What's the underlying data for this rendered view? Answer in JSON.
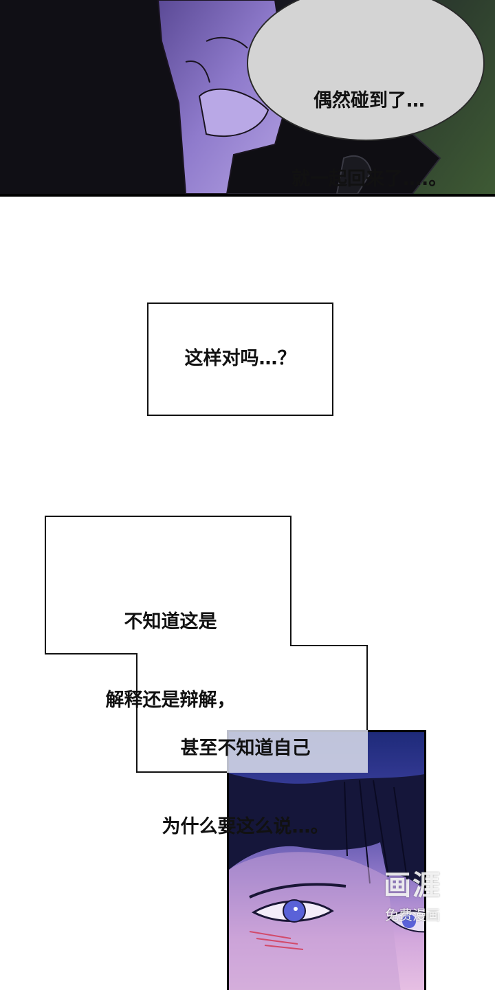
{
  "panels": {
    "top": {
      "speech_bubble": {
        "line1": "偶然碰到了…",
        "line2": "就一起回来了….。"
      }
    },
    "caption_1": {
      "text": "这样对吗…？"
    },
    "caption_2": {
      "line1": "不知道这是",
      "line2": "解释还是辩解，"
    },
    "caption_3": {
      "line1": "甚至不知道自己",
      "line2": "为什么要这么说…。"
    }
  },
  "watermark": {
    "logo": "画涯",
    "subtitle": "免费漫画"
  },
  "colors": {
    "page_bg": "#ffffff",
    "top_panel_dark": "#0d0c12",
    "bubble_fill": "#d3d3d3",
    "purple_sleeve": "#8c78c8",
    "bottom_panel_top": "#1e2a7a",
    "bottom_panel_bottom": "#e6bfe3",
    "eye_blue": "#5a62d8"
  },
  "icons": {
    "watermark_logo": "huaya-logo"
  }
}
